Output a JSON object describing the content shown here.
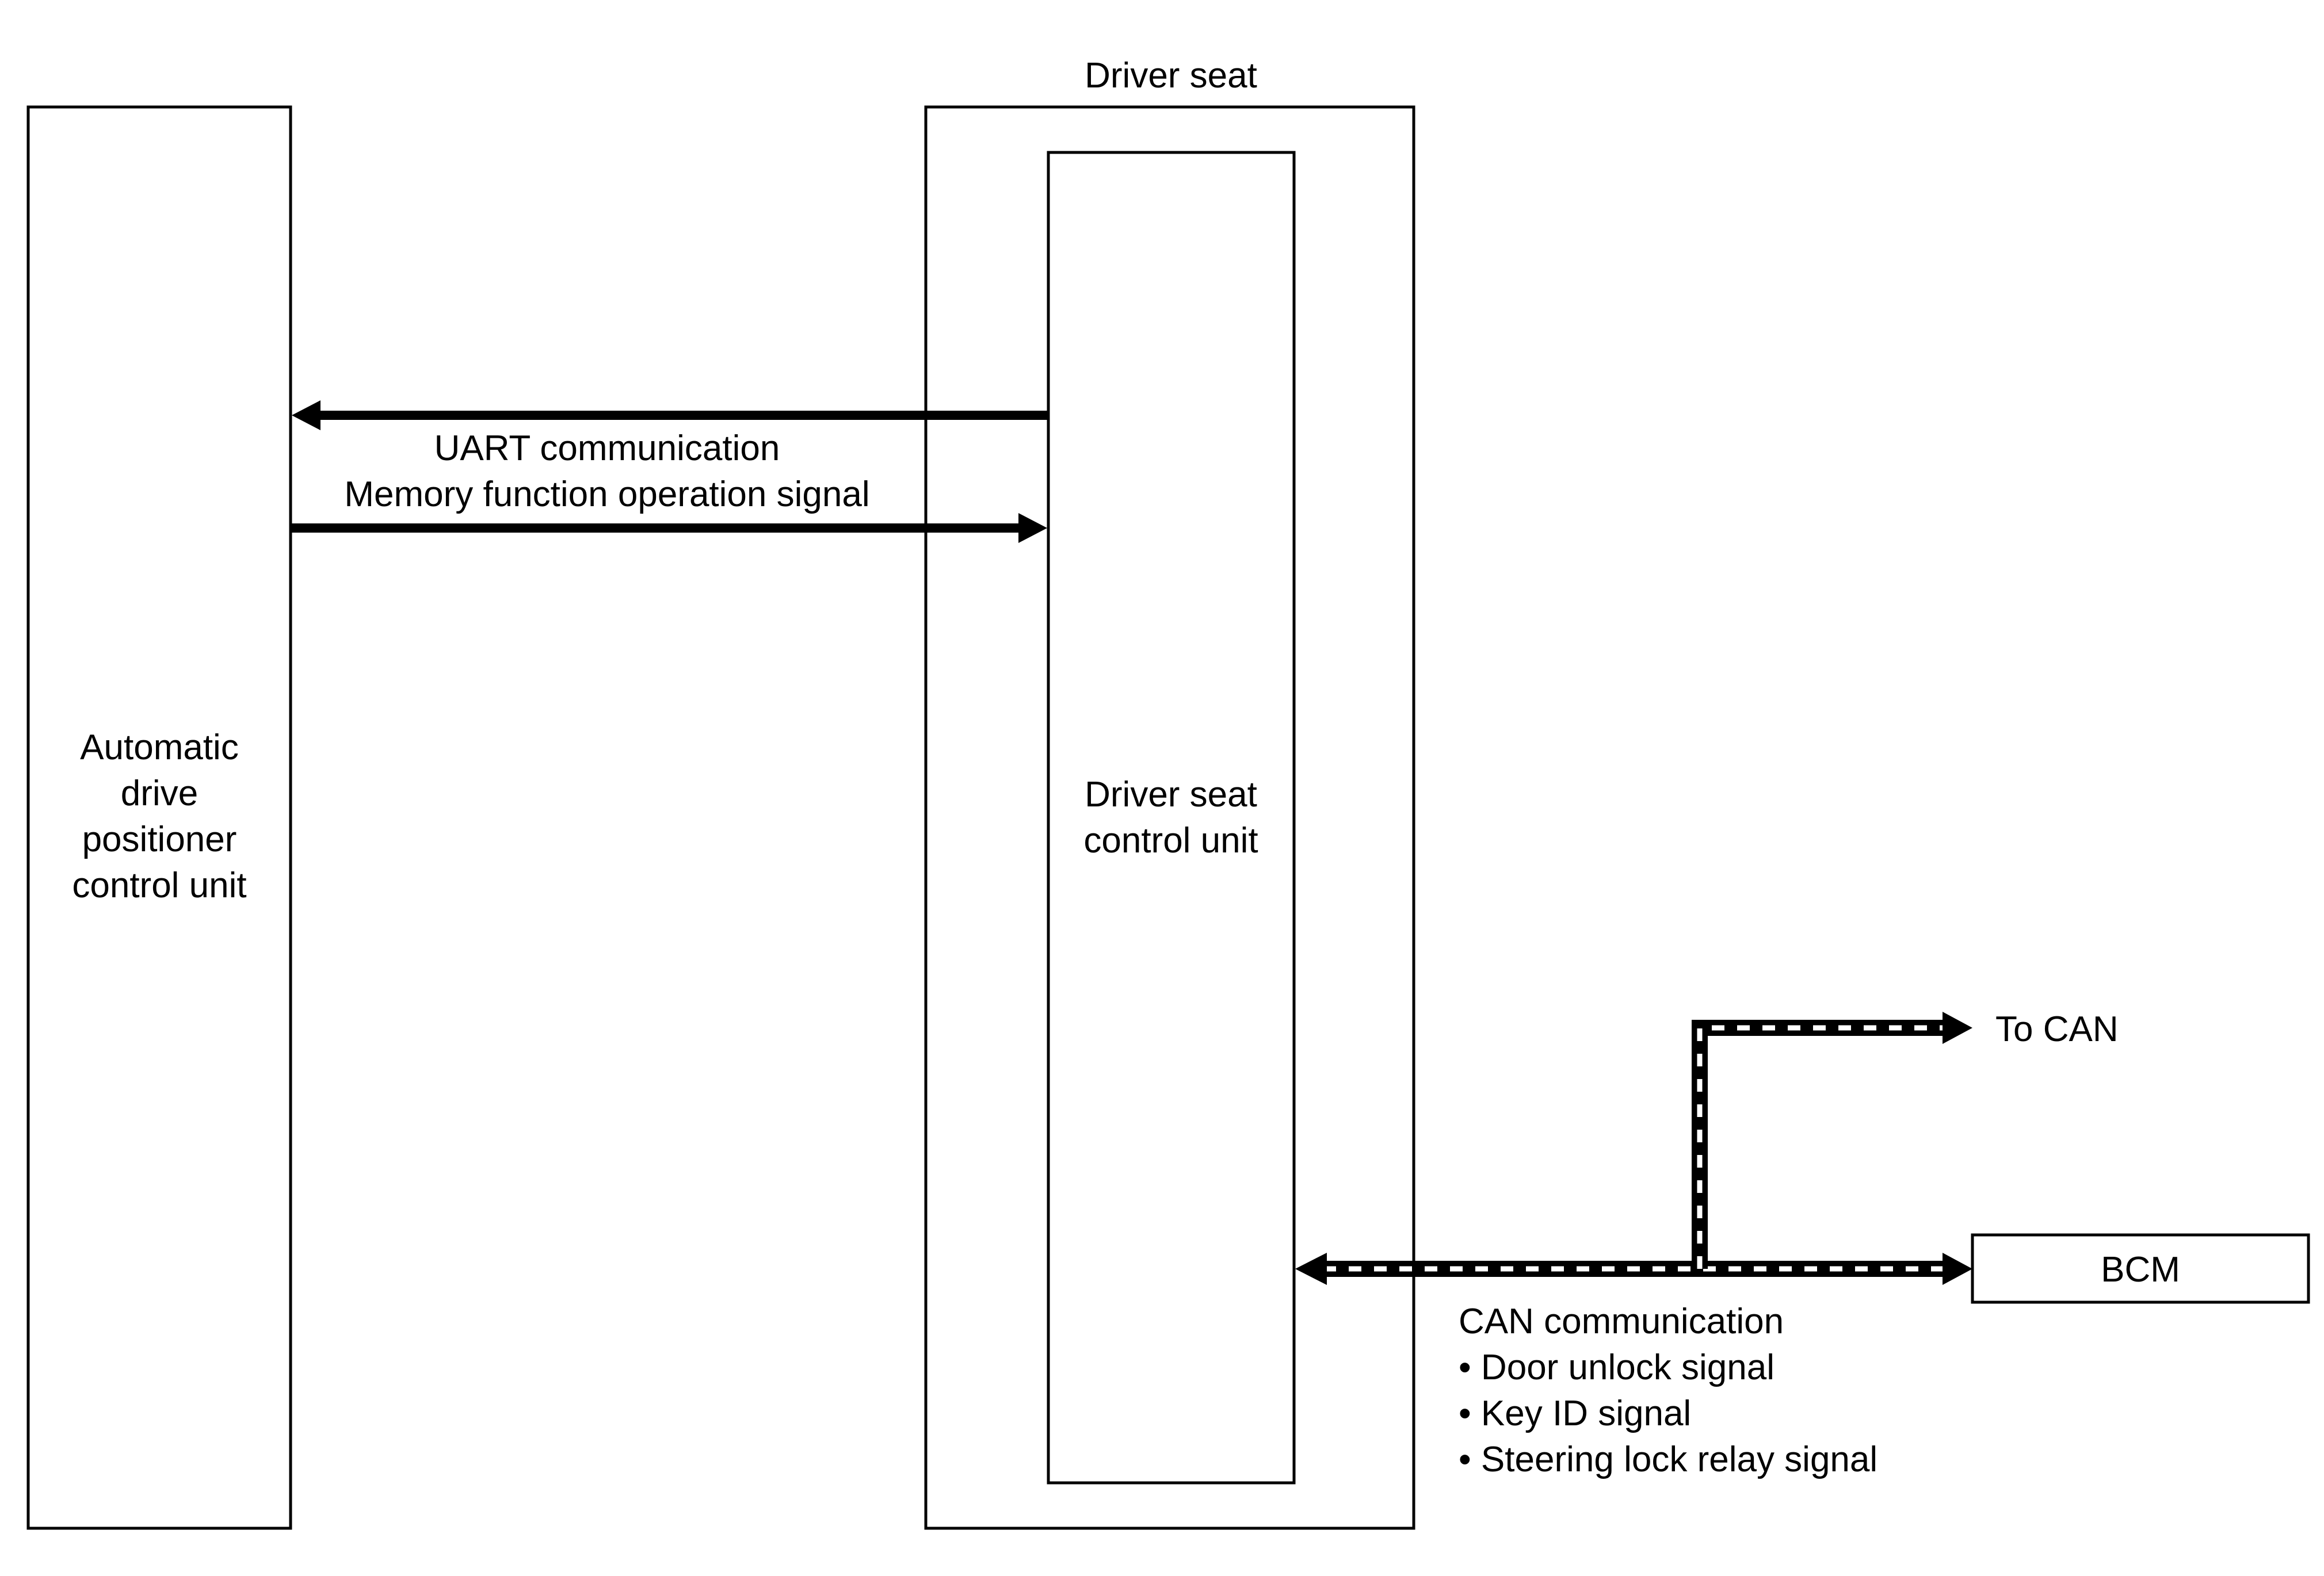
{
  "driver_seat": {
    "label": "Driver seat"
  },
  "adp_unit": {
    "lines": [
      "Automatic",
      "drive",
      "positioner",
      "control unit"
    ]
  },
  "seat_unit": {
    "lines": [
      "Driver seat",
      "control unit"
    ]
  },
  "uart": {
    "line1": "UART communication",
    "line2": "Memory function operation signal"
  },
  "can": {
    "title": "CAN communication",
    "items": [
      "• Door unlock signal",
      "• Key ID signal",
      "• Steering lock relay signal"
    ]
  },
  "to_can": {
    "label": "To CAN"
  },
  "bcm": {
    "label": "BCM"
  }
}
